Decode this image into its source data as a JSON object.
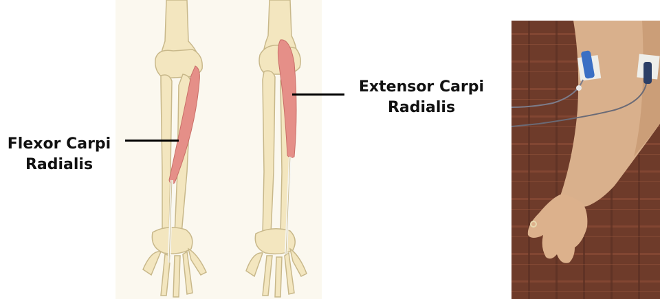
{
  "labels": {
    "flexor": {
      "line1": "Flexor Carpi",
      "line2": "Radialis"
    },
    "extensor": {
      "line1": "Extensor Carpi",
      "line2": "Radialis"
    }
  },
  "colors": {
    "bone": "#f3e6bf",
    "bone_outline": "#c8b88a",
    "muscle": "#e58f88",
    "tendon": "#f6f6f2",
    "leader_line": "#000000",
    "photo_background": "#6e3b2a",
    "skin": "#d9b08c",
    "electrode": "#3a6fc4"
  }
}
